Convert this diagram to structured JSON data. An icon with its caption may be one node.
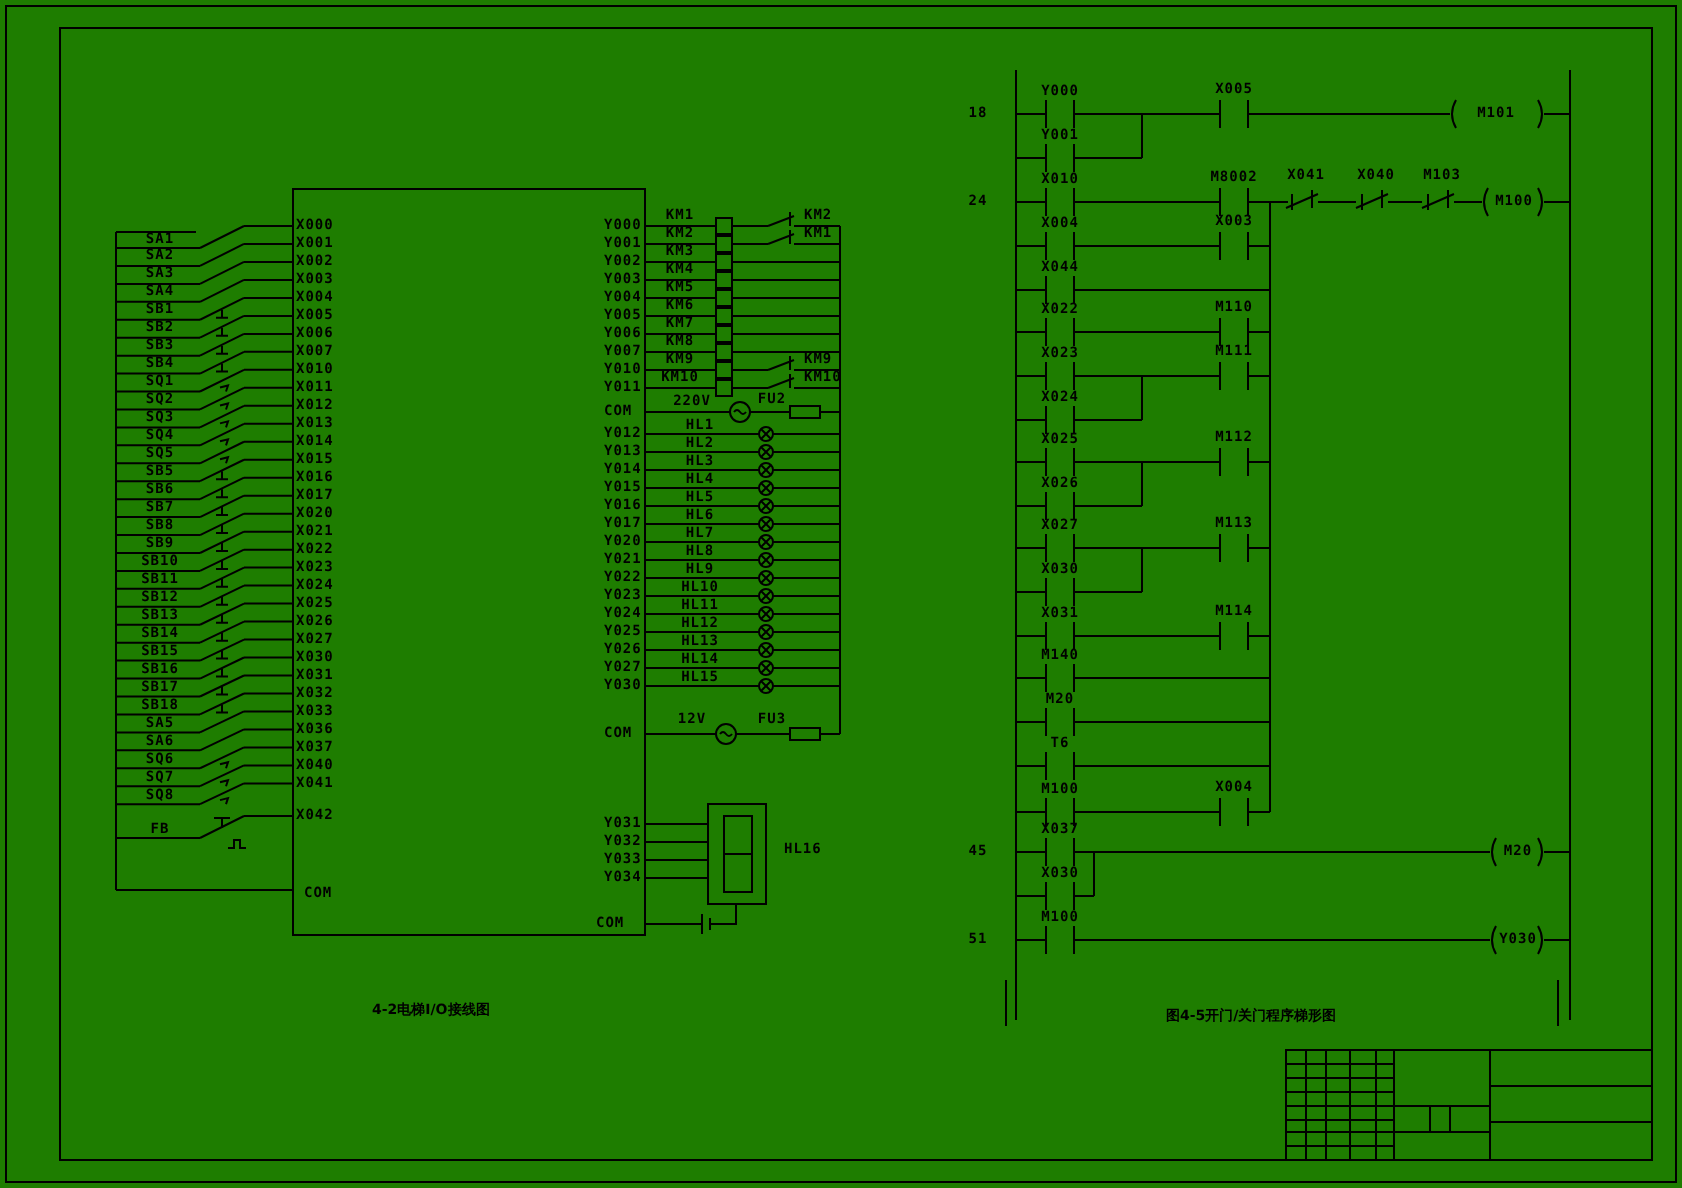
{
  "diagram": {
    "nodes": [
      {
        "text": [],
        "shape": "box"
      }
    ],
    "labels": [
      "SA1",
      "SA2",
      "SA3",
      "SA4",
      "SB1",
      "SB2",
      "SB3",
      "SB4",
      "SQ1",
      "SQ2",
      "SQ3",
      "SQ4",
      "SQ5",
      "SB5",
      "SB6",
      "SB7",
      "SB8",
      "SB9",
      "SB10",
      "SB11",
      "SB12",
      "SB13",
      "SB14",
      "SB15",
      "SB16",
      "SB17",
      "SB18",
      "SA5",
      "SA6",
      "SQ6",
      "SQ7",
      "SQ8",
      "FB",
      "X000",
      "X001",
      "X002",
      "X003",
      "X004",
      "X005",
      "X006",
      "X007",
      "X010",
      "X011",
      "X012",
      "X013",
      "X014",
      "X015",
      "X016",
      "X017",
      "X020",
      "X021",
      "X022",
      "X023",
      "X024",
      "X025",
      "X026",
      "X027",
      "X030",
      "X031",
      "X032",
      "X033",
      "X036",
      "X037",
      "X040",
      "X041",
      "X042",
      "COM",
      "Y000",
      "Y001",
      "Y002",
      "Y003",
      "Y004",
      "Y005",
      "Y006",
      "Y007",
      "Y010",
      "Y011",
      "COM",
      "Y012",
      "Y013",
      "Y014",
      "Y015",
      "Y016",
      "Y017",
      "Y020",
      "Y021",
      "Y022",
      "Y023",
      "Y024",
      "Y025",
      "Y026",
      "Y027",
      "Y030",
      "COM",
      "Y031",
      "Y032",
      "Y033",
      "Y034",
      "COM",
      "KM1",
      "KM2",
      "KM3",
      "KM4",
      "KM5",
      "KM6",
      "KM7",
      "KM8",
      "KM9",
      "KM10",
      "KM2",
      "KM1",
      "KM9",
      "KM10",
      "220V",
      "FU2",
      "HL1",
      "HL2",
      "HL3",
      "HL4",
      "HL5",
      "HL6",
      "HL7",
      "HL8",
      "HL9",
      "HL10",
      "HL11",
      "HL12",
      "HL13",
      "HL14",
      "HL15",
      "12V",
      "FU3",
      "HL16",
      "18",
      "Y000",
      "Y001",
      "X005",
      "M101",
      "24",
      "X010",
      "M8002",
      "X041",
      "X040",
      "M103",
      "M100",
      "X004",
      "X003",
      "X044",
      "X022",
      "M110",
      "X023",
      "M111",
      "X024",
      "X025",
      "M112",
      "X026",
      "X027",
      "M113",
      "X030",
      "X031",
      "M114",
      "M140",
      "M20",
      "T6",
      "M100",
      "X004",
      "45",
      "X037",
      "X030",
      "M20",
      "51",
      "M100",
      "Y030",
      "4-2电梯I/O接线图",
      "图4-5开门/关门程序梯形图"
    ]
  }
}
